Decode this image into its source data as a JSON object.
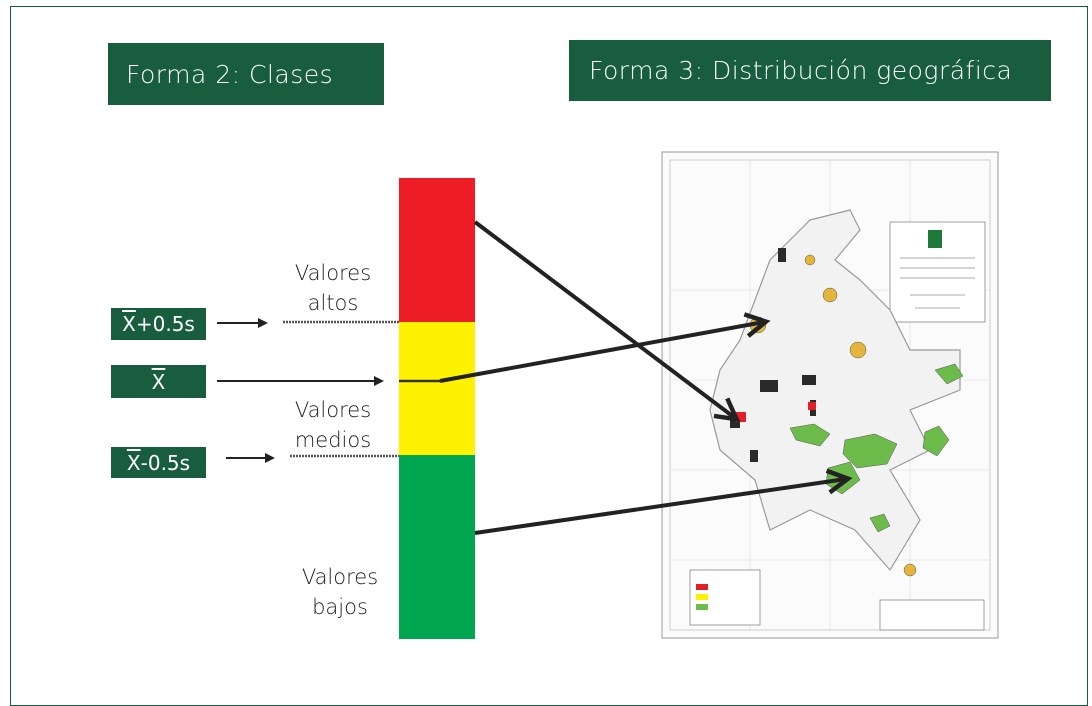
{
  "titles": {
    "clases": "Forma 2: Clases",
    "geografica": "Forma 3: Distribución geográfica"
  },
  "thresholds": {
    "high": {
      "symbol": "X",
      "suffix": "+0.5s"
    },
    "mean": {
      "symbol": "X",
      "suffix": ""
    },
    "low": {
      "symbol": "X",
      "suffix": "-0.5s"
    }
  },
  "classes": {
    "high": {
      "line1": "Valores",
      "line2": "altos",
      "color": "#ee1c25"
    },
    "medium": {
      "line1": "Valores",
      "line2": "medios",
      "color": "#fff200"
    },
    "low": {
      "line1": "Valores",
      "line2": "bajos",
      "color": "#00a650"
    }
  },
  "colors": {
    "brand_green": "#185e3e",
    "arrow": "#222222"
  }
}
